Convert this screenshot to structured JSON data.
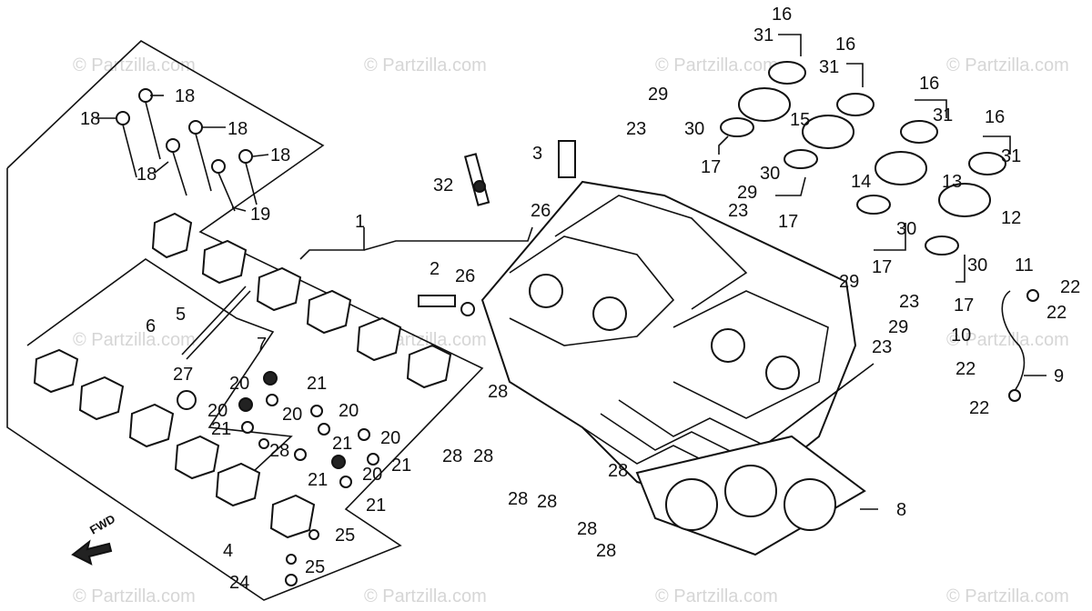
{
  "watermark": "© Partzilla.com",
  "fwd_label": "FWD",
  "callouts": {
    "n1": "1",
    "n2": "2",
    "n3": "3",
    "n4": "4",
    "n5": "5",
    "n6": "6",
    "n7": "7",
    "n8": "8",
    "n9": "9",
    "n10": "10",
    "n11": "11",
    "n12": "12",
    "n13": "13",
    "n14": "14",
    "n15": "15",
    "n16": "16",
    "n17": "17",
    "n18": "18",
    "n19": "19",
    "n20": "20",
    "n21": "21",
    "n22": "22",
    "n23": "23",
    "n24": "24",
    "n25": "25",
    "n26": "26",
    "n27": "27",
    "n28": "28",
    "n29": "29",
    "n30": "30",
    "n31": "31",
    "n32": "32"
  }
}
